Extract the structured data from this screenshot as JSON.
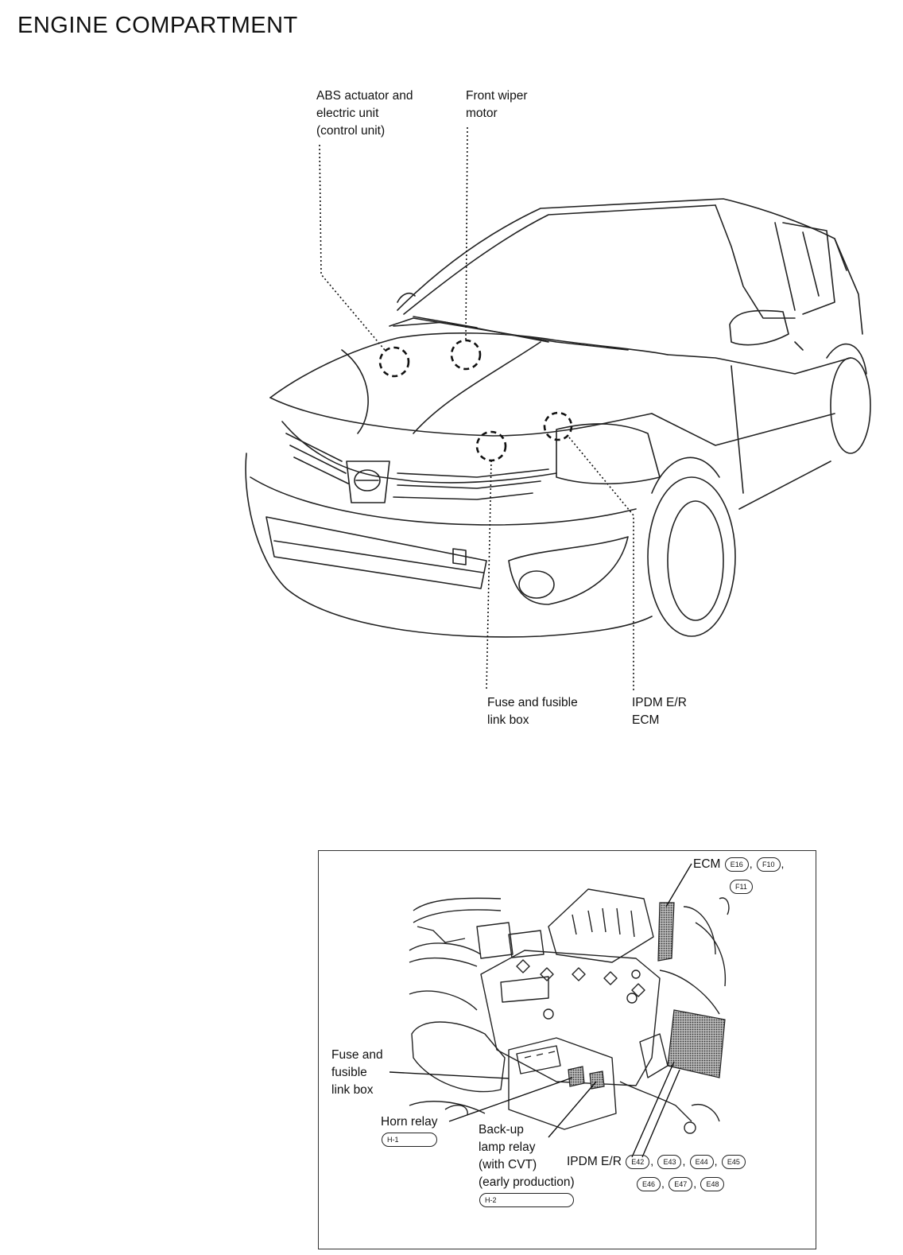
{
  "title": "ENGINE COMPARTMENT",
  "car_view": {
    "callouts": {
      "abs": [
        "ABS actuator and",
        "electric unit",
        "(control unit)"
      ],
      "wiper": [
        "Front wiper",
        "motor"
      ],
      "fuse": [
        "Fuse and fusible",
        "link box"
      ],
      "ipdm": [
        "IPDM E/R",
        "ECM"
      ]
    }
  },
  "detail_view": {
    "ecm": {
      "label": "ECM",
      "connectors": [
        "E16",
        "F10",
        "F11"
      ]
    },
    "fuse_box": [
      "Fuse and",
      "fusible",
      "link box"
    ],
    "horn_relay": {
      "label": "Horn relay",
      "code": "H-1"
    },
    "backup_relay": {
      "lines": [
        "Back-up",
        "lamp relay",
        "(with CVT)",
        "(early production)"
      ],
      "code": "H-2"
    },
    "ipdm": {
      "label": "IPDM E/R",
      "connectors": [
        "E42",
        "E43",
        "E44",
        "E45",
        "E46",
        "E47",
        "E48"
      ]
    }
  }
}
